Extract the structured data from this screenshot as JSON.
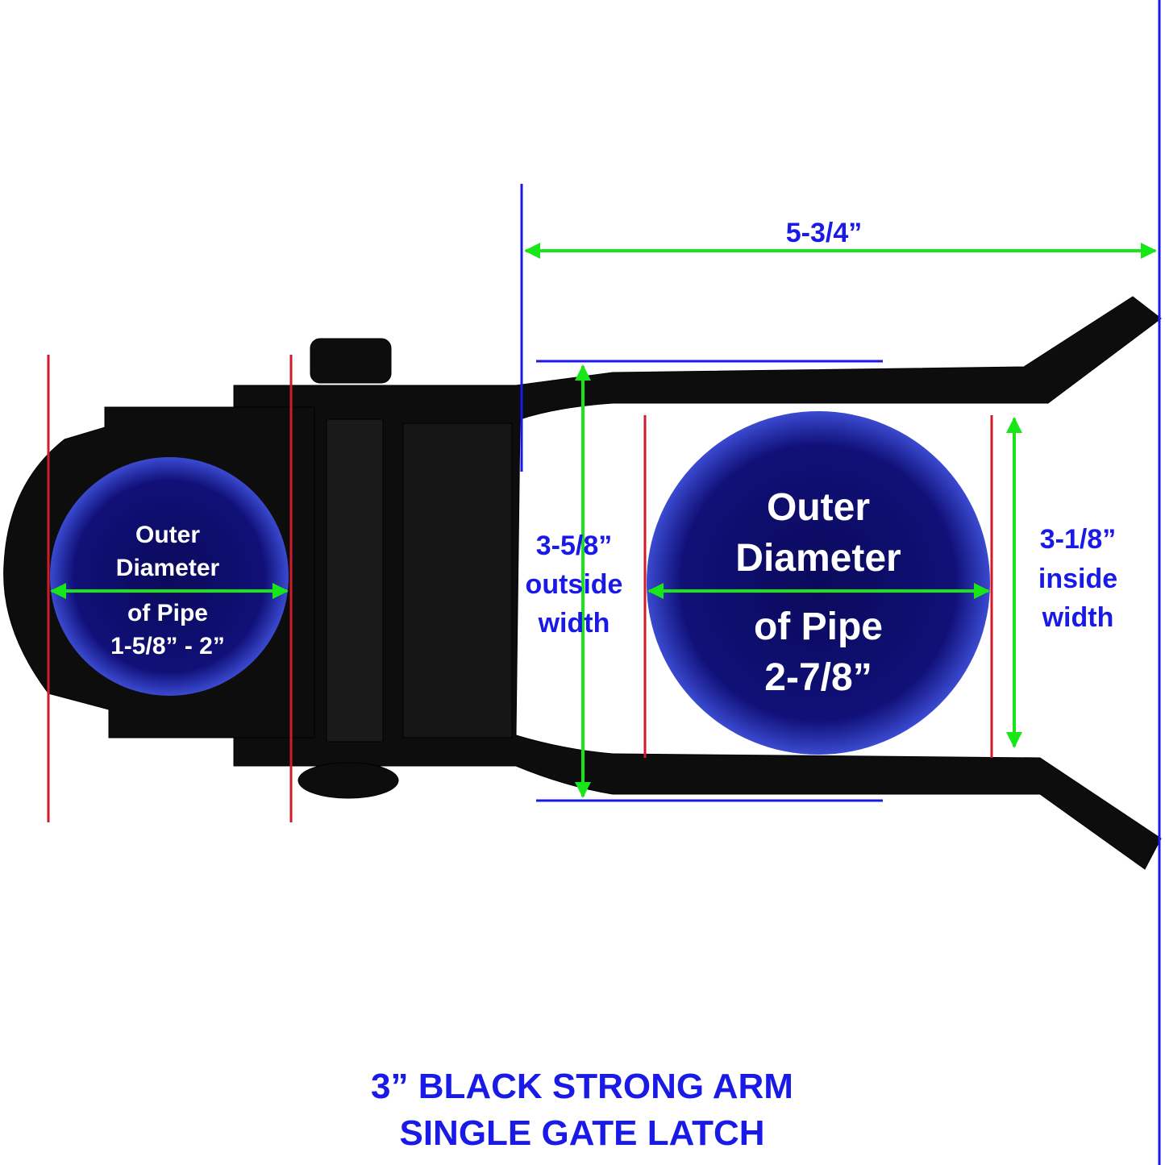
{
  "dimensions": {
    "overall_length": "5-3/4”",
    "outside_width": [
      "3-5/8”",
      "outside",
      "width"
    ],
    "inside_width": [
      "3-1/8”",
      "inside",
      "width"
    ]
  },
  "small_pipe": {
    "lines": [
      "Outer",
      "Diameter",
      "of Pipe",
      "1-5/8” - 2”"
    ]
  },
  "large_pipe": {
    "lines": [
      "Outer",
      "Diameter",
      "of Pipe",
      "2-7/8”"
    ]
  },
  "title": {
    "line1": "3” BLACK STRONG ARM",
    "line2": "SINGLE GATE LATCH"
  },
  "colors": {
    "dimension_blue": "#1a1ae6",
    "arrow_green": "#19e619",
    "guide_red": "#d11a2a",
    "pipe_navy": "#0c0c6e"
  }
}
